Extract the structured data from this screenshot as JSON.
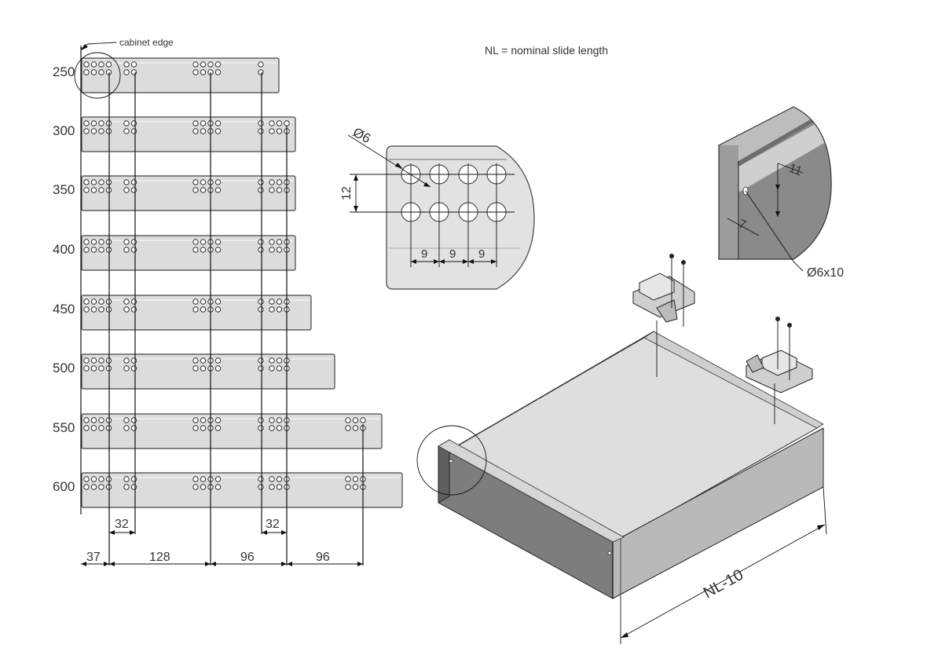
{
  "annotations": {
    "cabinet_edge": "cabinet edge",
    "nl_definition": "NL =  nominal slide length",
    "phi6": "Ø6",
    "spacing12": "12",
    "spacing9": "9",
    "depth11": "11",
    "offset7": "7",
    "drill": "Ø6x10",
    "nl_minus_10": "NL-10"
  },
  "rails": [
    {
      "label": "250"
    },
    {
      "label": "300"
    },
    {
      "label": "350"
    },
    {
      "label": "400"
    },
    {
      "label": "450"
    },
    {
      "label": "500"
    },
    {
      "label": "550"
    },
    {
      "label": "600"
    }
  ],
  "dimensions": {
    "top_row": [
      "32",
      "32"
    ],
    "bottom_row": [
      "37",
      "128",
      "96",
      "96"
    ]
  },
  "colors": {
    "rail_fill": "#dcdcdc",
    "drawer_front_dark": "#7a7a7a",
    "drawer_top": "#dedede",
    "drawer_side": "#b9b9b9",
    "line": "#111111"
  }
}
